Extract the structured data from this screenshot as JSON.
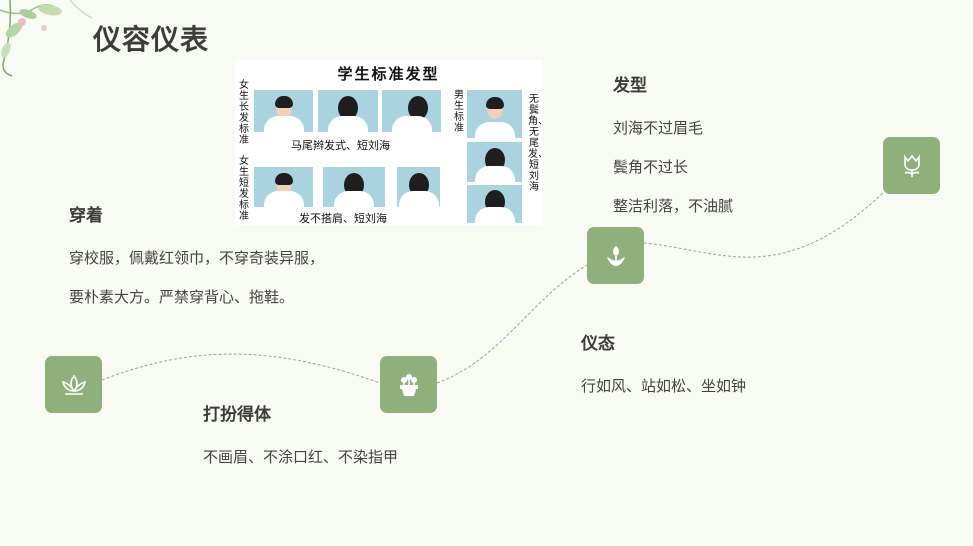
{
  "page": {
    "title": "仪容仪表"
  },
  "photo_panel": {
    "title": "学生标准发型",
    "label_girl_long": "女生长发标准",
    "label_girl_short": "女生短发标准",
    "label_boy": "男生标准",
    "label_boy_right": "无鬓角、无尾发、短刘海",
    "caption_long": "马尾辫发式、短刘海",
    "caption_short": "发不搭肩、短刘海"
  },
  "sections": {
    "clothing": {
      "heading": "穿着",
      "lines": [
        "穿校服，佩戴红领巾，不穿奇装异服，",
        "要朴素大方。严禁穿背心、拖鞋。"
      ]
    },
    "grooming": {
      "heading": "打扮得体",
      "lines": [
        "不画眉、不涂口红、不染指甲"
      ]
    },
    "posture": {
      "heading": "仪态",
      "lines": [
        "行如风、站如松、坐如钟"
      ]
    },
    "hair": {
      "heading": "发型",
      "lines": [
        "刘海不过眉毛",
        "鬓角不过长",
        "整洁利落，不油腻"
      ]
    }
  },
  "icons": {
    "one": "lotus-icon",
    "two": "flower-pot-icon",
    "three": "tulip-hand-icon",
    "four": "tulip-icon"
  },
  "colors": {
    "accent": "#8fb07a",
    "background": "#f8faf4"
  }
}
